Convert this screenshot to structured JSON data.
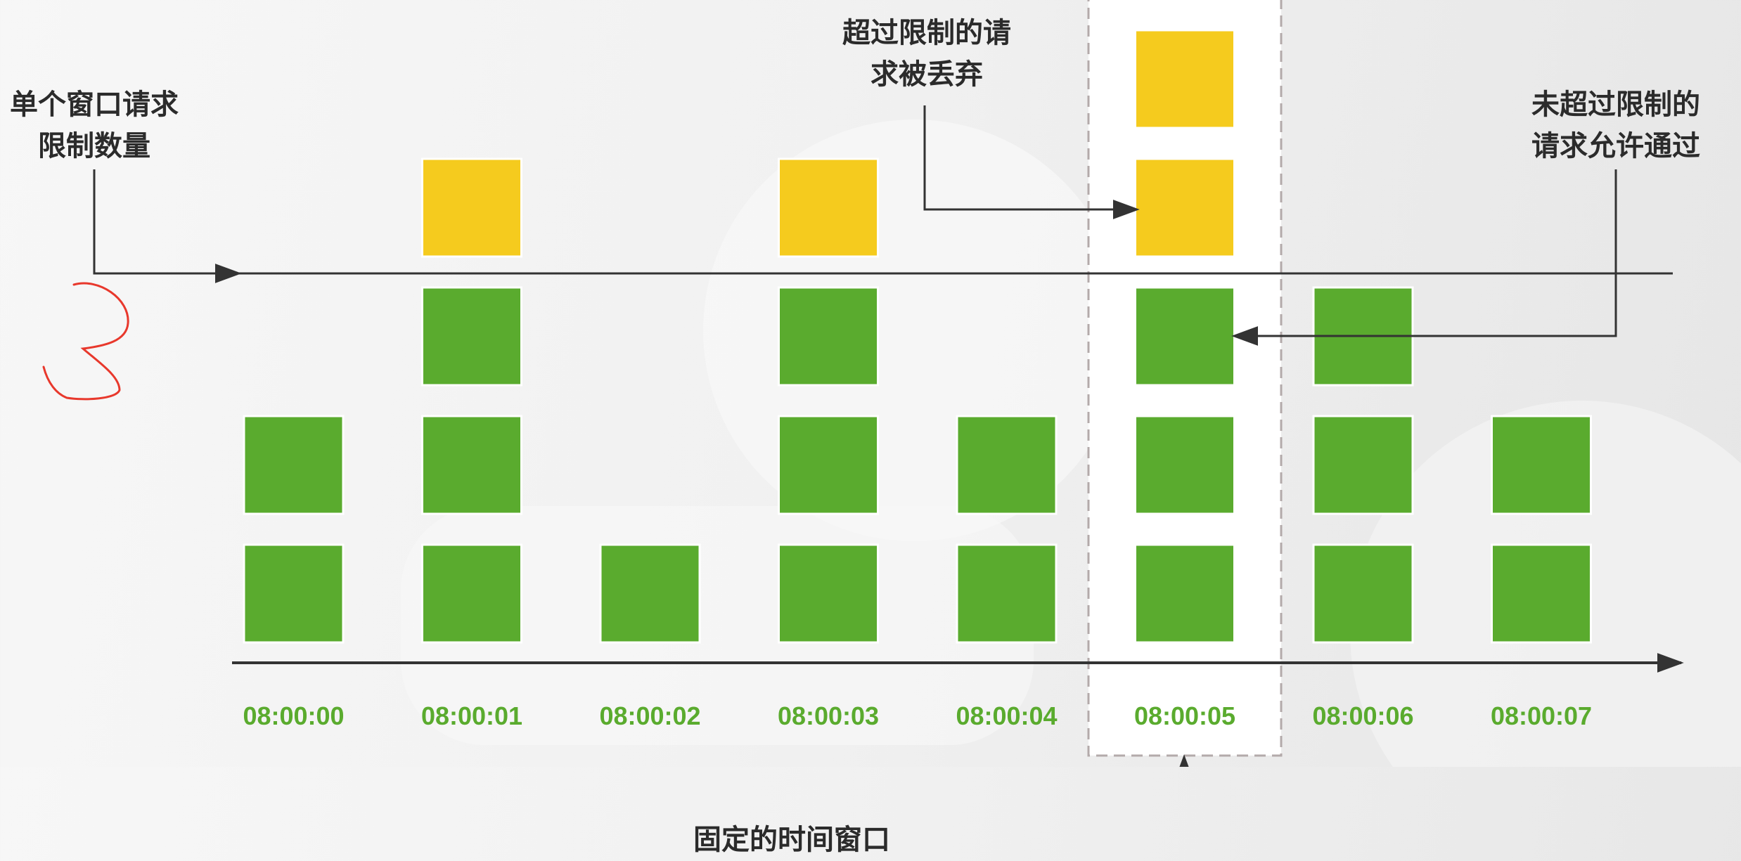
{
  "labels": {
    "limit_note": [
      "单个窗口请求",
      "限制数量"
    ],
    "dropped_note": [
      "超过限制的请",
      "求被丢弃"
    ],
    "allowed_note": [
      "未超过限制的",
      "请求允许通过"
    ],
    "window_note": "固定的时间窗口"
  },
  "handwritten_annotation": "3",
  "limit": 3,
  "colors": {
    "allowed": "#5aab2e",
    "dropped": "#f5cb1e",
    "label": "#5aab2e",
    "line": "#333333",
    "annotation": "#e8382c"
  },
  "windows": [
    {
      "time": "08:00:00",
      "requests": 2
    },
    {
      "time": "08:00:01",
      "requests": 4
    },
    {
      "time": "08:00:02",
      "requests": 1
    },
    {
      "time": "08:00:03",
      "requests": 4
    },
    {
      "time": "08:00:04",
      "requests": 2
    },
    {
      "time": "08:00:05",
      "requests": 5
    },
    {
      "time": "08:00:06",
      "requests": 3
    },
    {
      "time": "08:00:07",
      "requests": 2
    }
  ],
  "highlighted_window": 5
}
